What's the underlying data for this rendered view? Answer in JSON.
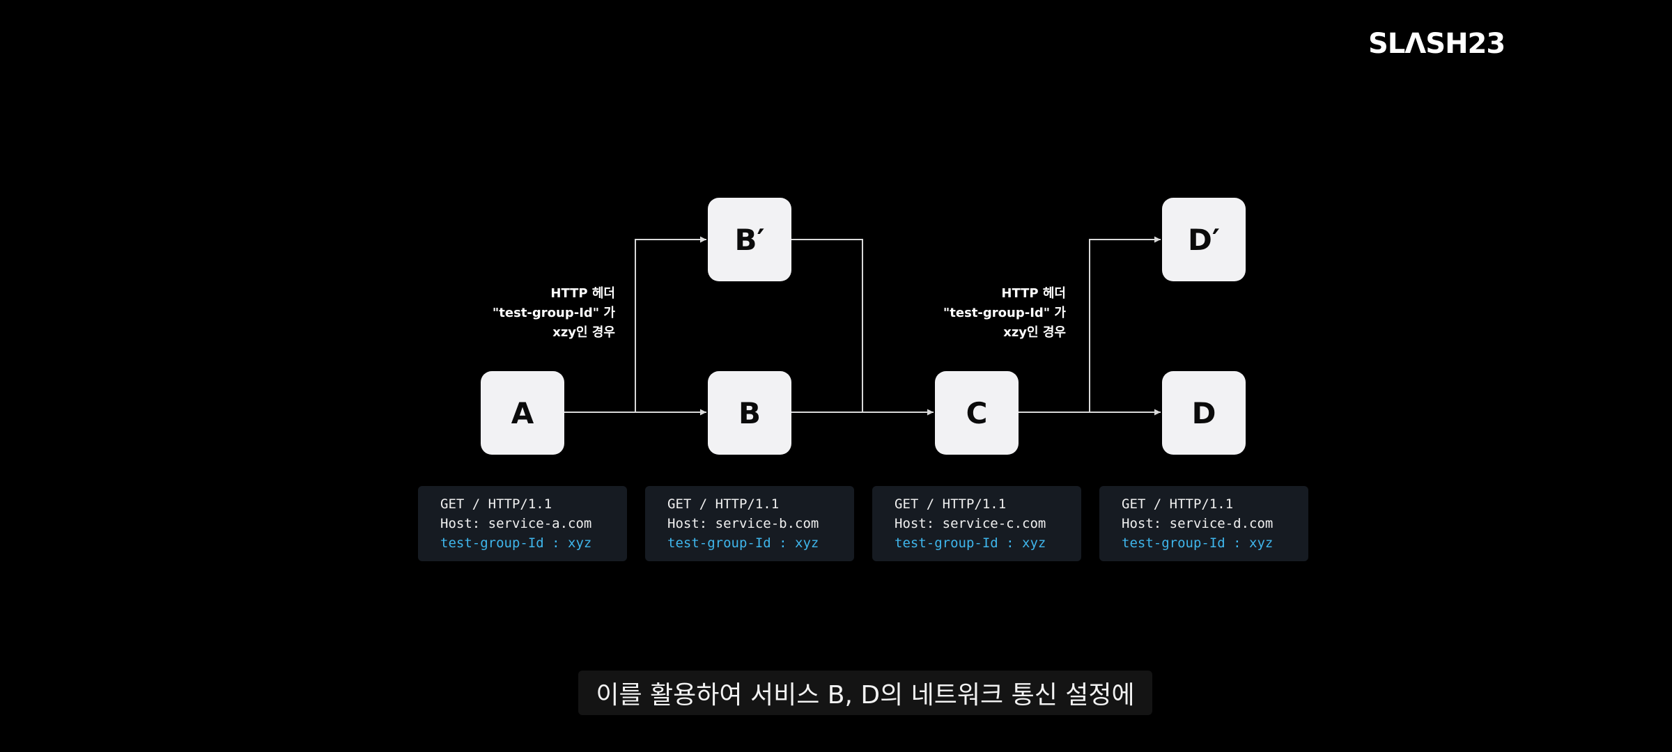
{
  "brand": {
    "logo_main": "SLΛSH",
    "logo_num": "23"
  },
  "diagram": {
    "nodes": {
      "a": "A",
      "b": "B",
      "b_prime": "B′",
      "c": "C",
      "d": "D",
      "d_prime": "D′"
    },
    "condition_labels": [
      {
        "line1": "HTTP 헤더",
        "line2": "\"test-group-Id\" 가",
        "line3": "xzy인 경우"
      },
      {
        "line1": "HTTP 헤더",
        "line2": "\"test-group-Id\" 가",
        "line3": "xzy인 경우"
      }
    ],
    "requests": [
      {
        "request_line": "GET / HTTP/1.1",
        "host": "Host: service-a.com",
        "header": "test-group-Id : xyz"
      },
      {
        "request_line": "GET / HTTP/1.1",
        "host": "Host: service-b.com",
        "header": "test-group-Id : xyz"
      },
      {
        "request_line": "GET / HTTP/1.1",
        "host": "Host: service-c.com",
        "header": "test-group-Id : xyz"
      },
      {
        "request_line": "GET / HTTP/1.1",
        "host": "Host: service-d.com",
        "header": "test-group-Id : xyz"
      }
    ]
  },
  "subtitle": "이를 활용하여 서비스 B, D의 네트워크 통신 설정에",
  "colors": {
    "background": "#000000",
    "node_fill": "#f2f2f4",
    "arrow": "#d9d9d9",
    "code_panel": "#161b22",
    "header_highlight": "#3fb6ec"
  }
}
